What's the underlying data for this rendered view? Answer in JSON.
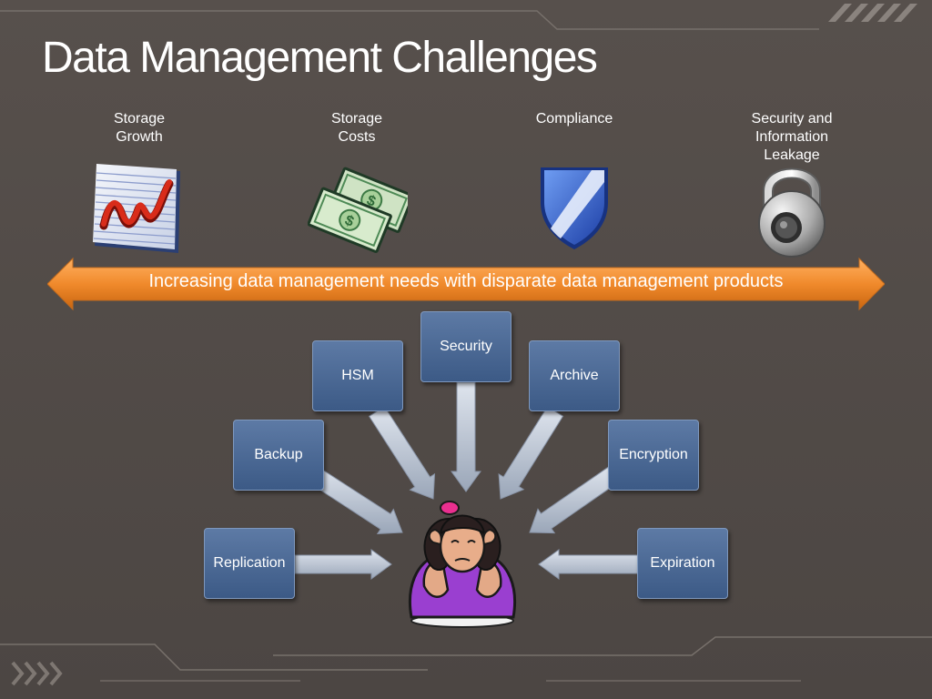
{
  "title": "Data Management Challenges",
  "categories": [
    {
      "id": "storage-growth",
      "line1": "Storage",
      "line2": "Growth",
      "line3": "",
      "icon": "growth-chart-icon"
    },
    {
      "id": "storage-costs",
      "line1": "Storage",
      "line2": "Costs",
      "line3": "",
      "icon": "money-icon"
    },
    {
      "id": "compliance",
      "line1": "Compliance",
      "line2": "",
      "line3": "",
      "icon": "shield-icon"
    },
    {
      "id": "security",
      "line1": "Security and",
      "line2": "Information",
      "line3": "Leakage",
      "icon": "padlock-icon"
    }
  ],
  "banner": "Increasing data management needs with disparate data management products",
  "boxes": {
    "security": "Security",
    "hsm": "HSM",
    "archive": "Archive",
    "backup": "Backup",
    "encryption": "Encryption",
    "replication": "Replication",
    "expiration": "Expiration"
  },
  "colors": {
    "background": "#4f4946",
    "banner_orange": "#f08a2c",
    "box_blue": "#4b6a96",
    "arrow_gray": "#b8c2d2"
  },
  "center_icon": "stressed-person-icon"
}
